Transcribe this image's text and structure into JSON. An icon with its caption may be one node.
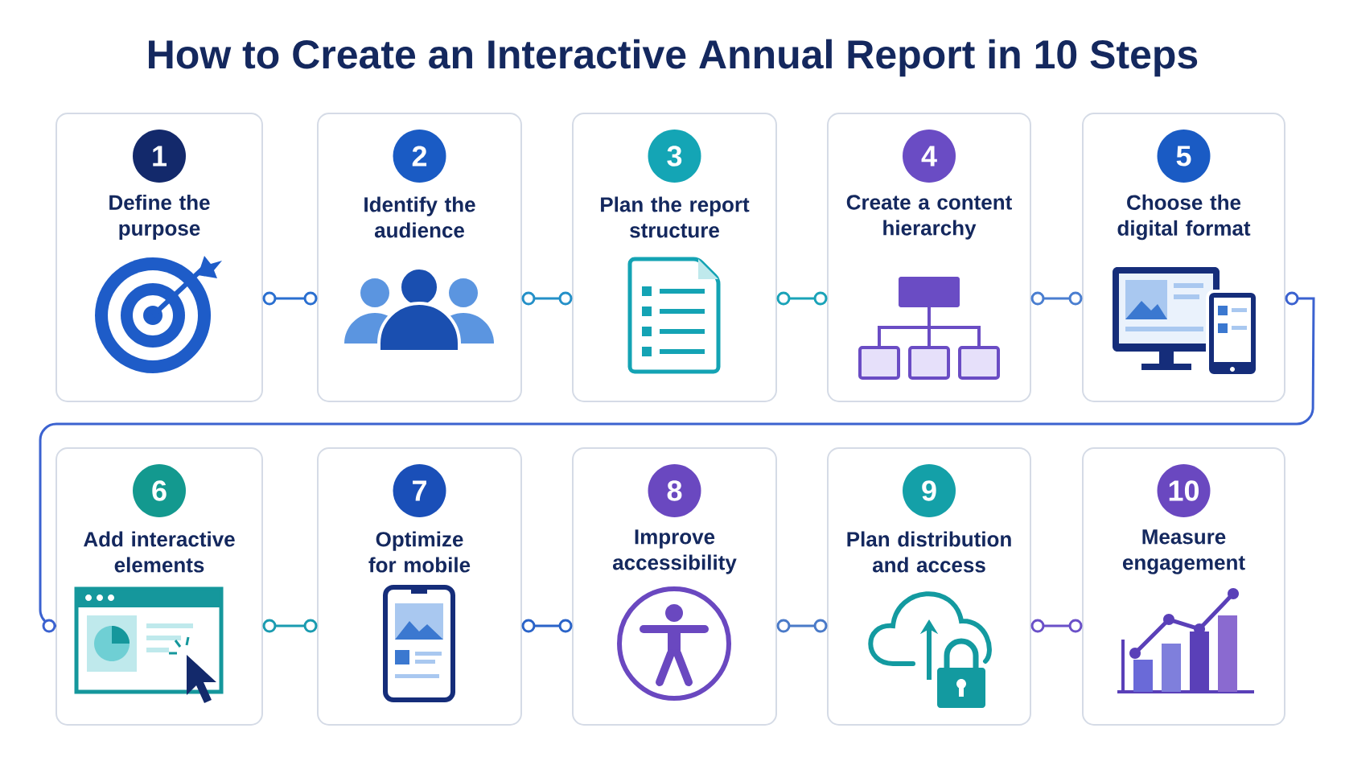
{
  "diagram": {
    "title": "How to Create an Interactive Annual Report in 10 Steps",
    "nodes": [
      {
        "text": [
          "1",
          "Define the purpose"
        ]
      },
      {
        "text": [
          "2",
          "Identify the audience"
        ]
      },
      {
        "text": [
          "3",
          "Plan the report structure"
        ]
      },
      {
        "text": [
          "4",
          "Create a content hierarchy"
        ]
      },
      {
        "text": [
          "5",
          "Choose the digital format"
        ]
      },
      {
        "text": [
          "6",
          "Add interactive elements"
        ]
      },
      {
        "text": [
          "7",
          "Optimize for mobile"
        ]
      },
      {
        "text": [
          "8",
          "Improve accessibility"
        ]
      },
      {
        "text": [
          "9",
          "Plan distribution and access"
        ]
      },
      {
        "text": [
          "10",
          "Measure engagement"
        ]
      }
    ],
    "edges": [
      {
        "from": 0,
        "to": 1,
        "arrow": "other",
        "color": "#2a6fd0"
      },
      {
        "from": 1,
        "to": 2,
        "arrow": "other",
        "color": "#2490c8"
      },
      {
        "from": 2,
        "to": 3,
        "arrow": "other",
        "color": "#1aa3b8"
      },
      {
        "from": 3,
        "to": 4,
        "arrow": "other",
        "color": "#4a7ed0"
      },
      {
        "from": 4,
        "to": 5,
        "arrow": "other",
        "color": "#3b62d0"
      },
      {
        "from": 5,
        "to": 6,
        "arrow": "other",
        "color": "#1a9bb0"
      },
      {
        "from": 6,
        "to": 7,
        "arrow": "other",
        "color": "#2a63c8"
      },
      {
        "from": 7,
        "to": 8,
        "arrow": "other",
        "color": "#4a7ac8"
      },
      {
        "from": 8,
        "to": 9,
        "arrow": "other",
        "color": "#6a50c8"
      }
    ]
  }
}
